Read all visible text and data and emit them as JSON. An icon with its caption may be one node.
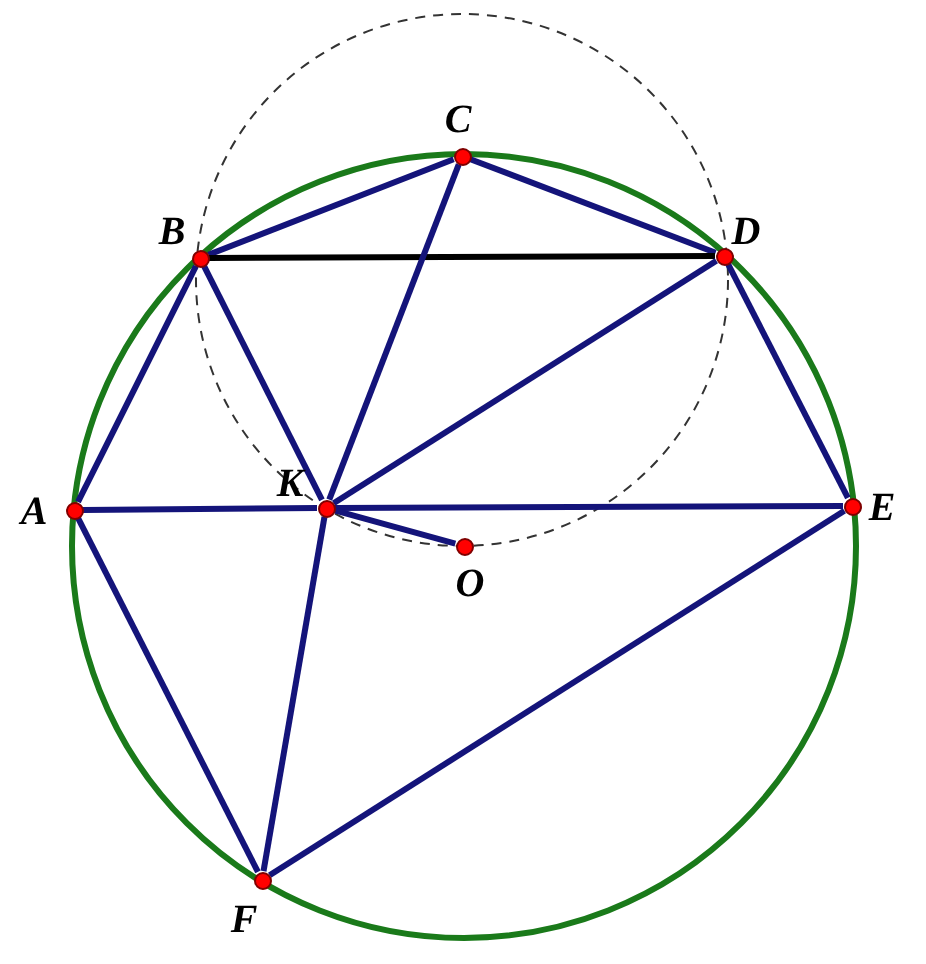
{
  "diagram": {
    "nodes": [
      {
        "text": [],
        "shape": "circle",
        "beside": [
          "C"
        ]
      },
      {
        "text": [],
        "shape": "circle",
        "beside": [
          "B"
        ]
      },
      {
        "text": [],
        "shape": "circle",
        "beside": [
          "D"
        ]
      },
      {
        "text": [],
        "shape": "circle",
        "beside": [
          "A"
        ]
      },
      {
        "text": [],
        "shape": "circle",
        "beside": [
          "K"
        ]
      },
      {
        "text": [],
        "shape": "circle",
        "beside": [
          "E"
        ]
      },
      {
        "text": [],
        "shape": "circle",
        "beside": [
          "O"
        ]
      },
      {
        "text": [],
        "shape": "circle",
        "beside": [
          "F"
        ]
      }
    ],
    "edges": [
      {
        "from": 1,
        "to": 0,
        "arrow": "none"
      },
      {
        "from": 0,
        "to": 2,
        "arrow": "none"
      },
      {
        "from": 1,
        "to": 2,
        "arrow": "none",
        "color": "#000000"
      },
      {
        "from": 1,
        "to": 3,
        "arrow": "none"
      },
      {
        "from": 1,
        "to": 4,
        "arrow": "none"
      },
      {
        "from": 0,
        "to": 4,
        "arrow": "none"
      },
      {
        "from": 2,
        "to": 4,
        "arrow": "none"
      },
      {
        "from": 2,
        "to": 5,
        "arrow": "none"
      },
      {
        "from": 3,
        "to": 4,
        "arrow": "none"
      },
      {
        "from": 4,
        "to": 5,
        "arrow": "none"
      },
      {
        "from": 4,
        "to": 6,
        "arrow": "none"
      },
      {
        "from": 3,
        "to": 7,
        "arrow": "none"
      },
      {
        "from": 4,
        "to": 7,
        "arrow": "none"
      },
      {
        "from": 7,
        "to": 5,
        "arrow": "none"
      }
    ]
  }
}
